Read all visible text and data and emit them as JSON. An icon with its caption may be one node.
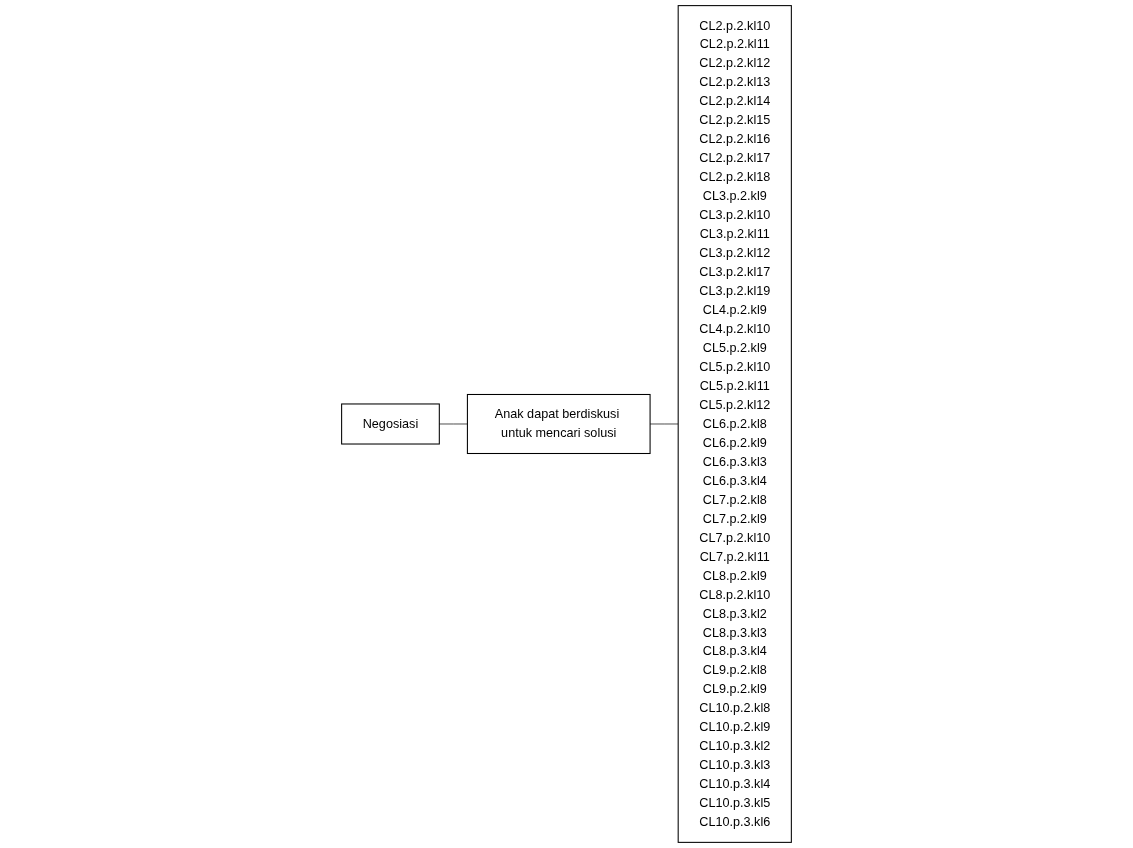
{
  "diagram": {
    "nodes": [
      {
        "text": [
          "Negosiasi"
        ]
      },
      {
        "text": [
          "Anak dapat berdiskusi untuk mencari solusi"
        ]
      },
      {
        "text": [
          "CL2.p.2.kl10",
          "CL2.p.2.kl11",
          "CL2.p.2.kl12",
          "CL2.p.2.kl13",
          "CL2.p.2.kl14",
          "CL2.p.2.kl15",
          "CL2.p.2.kl16",
          "CL2.p.2.kl17",
          "CL2.p.2.kl18",
          "CL3.p.2.kl9",
          "CL3.p.2.kl10",
          "CL3.p.2.kl11",
          "CL3.p.2.kl12",
          "CL3.p.2.kl17",
          "CL3.p.2.kl19",
          "CL4.p.2.kl9",
          "CL4.p.2.kl10",
          "CL5.p.2.kl9",
          "CL5.p.2.kl10",
          "CL5.p.2.kl11",
          "CL5.p.2.kl12",
          "CL6.p.2.kl8",
          "CL6.p.2.kl9",
          "CL6.p.3.kl3",
          "CL6.p.3.kl4",
          "CL7.p.2.kl8",
          "CL7.p.2.kl9",
          "CL7.p.2.kl10",
          "CL7.p.2.kl11",
          "CL8.p.2.kl9",
          "CL8.p.2.kl10",
          "CL8.p.3.kl2",
          "CL8.p.3.kl3",
          "CL8.p.3.kl4",
          "CL9.p.2.kl8",
          "CL9.p.2.kl9",
          "CL10.p.2.kl8",
          "CL10.p.2.kl9",
          "CL10.p.3.kl2",
          "CL10.p.3.kl3",
          "CL10.p.3.kl4",
          "CL10.p.3.kl5",
          "CL10.p.3.kl6"
        ]
      }
    ],
    "edges": [
      {
        "from": 0,
        "to": 1,
        "arrow": "none"
      },
      {
        "from": 1,
        "to": 2,
        "arrow": "none"
      }
    ]
  }
}
